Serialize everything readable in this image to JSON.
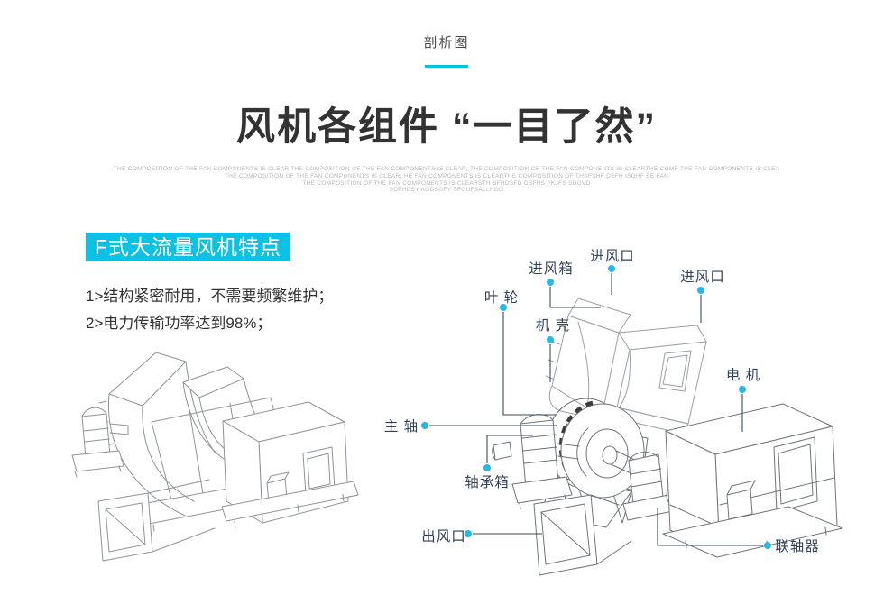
{
  "header": {
    "section_label": "剖析图"
  },
  "hero": {
    "title": "风机各组件 “一目了然”",
    "subtitle_lines": [
      "THE COMPOSITION OF THE FAN COMPONENTS IS CLEAR  THE COMPOSITION OF THE FAN COMPONENTS IS CLEAR,  THE COMPOSITION OF THE FAN COMPONENTS IS CLEARTHE COMF THE FAN COMPONENTS IS CLEA",
      "THE COMPOSITION OF THE FAN COMPONENTS IS CLEAR. HE FAN COMPONENTS IS CLEARTHE COMPOSITION OF THSFSHF DSFH ISDHF BE FAN",
      "THE COMPOSITION OF THE FAN COMPONENTS IS CLEARSTH SFHDSFD DSFHS FKJFS SDGVD",
      "SDFHDSY AGDSGFY SFGUFSALLHDG"
    ]
  },
  "features": {
    "heading": "F式大流量风机特点",
    "items": [
      "1>结构紧密耐用，不需要频繁维护；",
      "2>电力传输功率达到98%；"
    ]
  },
  "diagram": {
    "labels": [
      {
        "id": "inlet-box",
        "text": "进风箱"
      },
      {
        "id": "air-inlet-1",
        "text": "进风口"
      },
      {
        "id": "air-inlet-2",
        "text": "进风口"
      },
      {
        "id": "impeller",
        "text": "叶 轮"
      },
      {
        "id": "casing",
        "text": "机 壳"
      },
      {
        "id": "motor",
        "text": "电 机"
      },
      {
        "id": "main-shaft",
        "text": "主 轴"
      },
      {
        "id": "bearing-box",
        "text": "轴承箱"
      },
      {
        "id": "air-outlet",
        "text": "出风口"
      },
      {
        "id": "coupling",
        "text": "联轴器"
      }
    ]
  },
  "colors": {
    "accent": "#0cc2e4",
    "underline": "#00c2dc",
    "dot": "#2bb7e6",
    "title_text": "#333333",
    "label_text": "#334258",
    "subtitle_text": "#b9b9b9"
  }
}
